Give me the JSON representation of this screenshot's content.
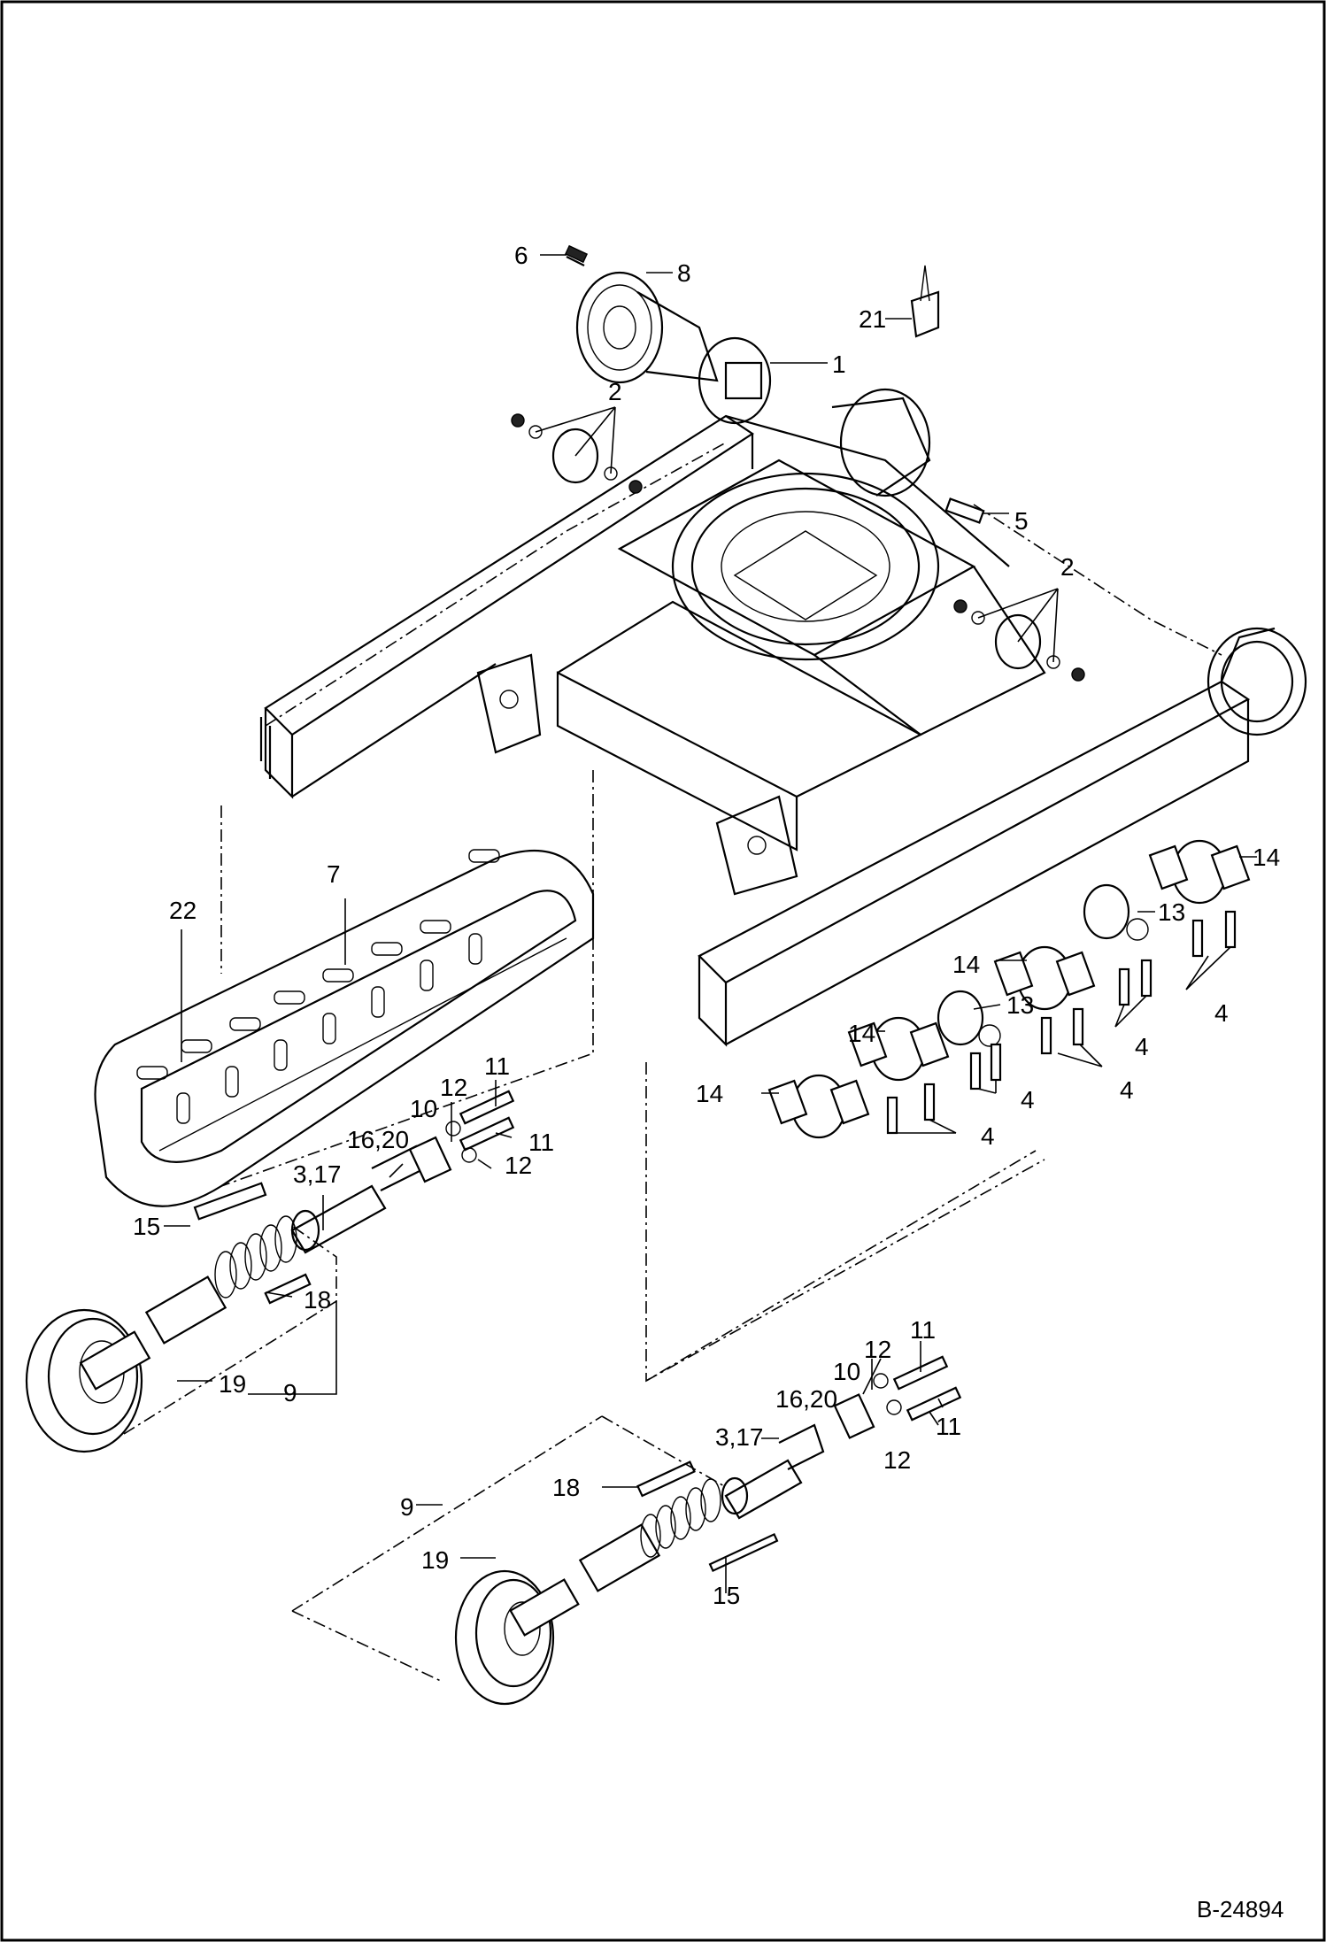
{
  "drawing": {
    "reference_number": "B-24894"
  },
  "callouts": {
    "c1": "1",
    "c2a": "2",
    "c2b": "2",
    "c5": "5",
    "c6": "6",
    "c8": "8",
    "c21": "21",
    "c7": "7",
    "c22": "22",
    "c14a": "14",
    "c13a": "13",
    "c14b": "14",
    "c13b": "13",
    "c14c": "14",
    "c14d": "14",
    "c4a": "4",
    "c4b": "4",
    "c4c": "4",
    "c4d": "4",
    "c4e": "4",
    "c11a": "11",
    "c12a": "12",
    "c10a": "10",
    "c1620a": "16,20",
    "c11b": "11",
    "c12b": "12",
    "c317a": "3,17",
    "c15a": "15",
    "c18a": "18",
    "c19a": "19",
    "c9a": "9",
    "c11c": "11",
    "c12c": "12",
    "c10b": "10",
    "c1620b": "16,20",
    "c11d": "11",
    "c317b": "3,17",
    "c12d": "12",
    "c18b": "18",
    "c9b": "9",
    "c19b": "19",
    "c15b": "15"
  }
}
